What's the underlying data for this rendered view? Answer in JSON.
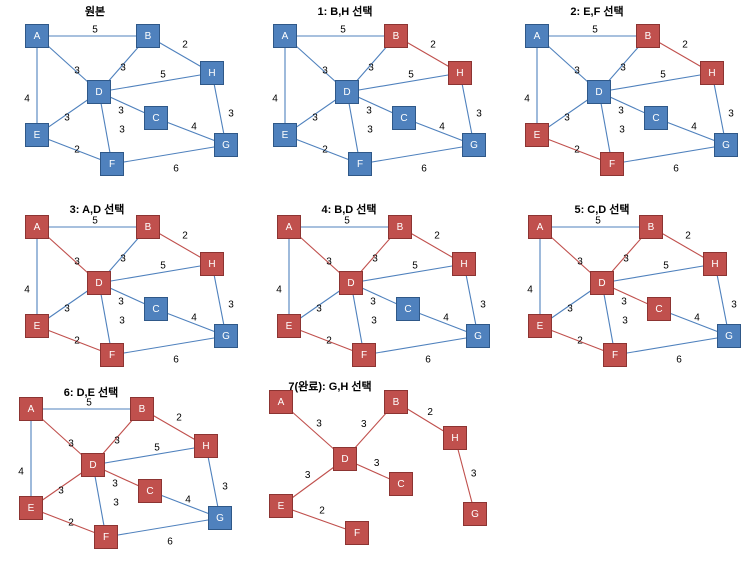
{
  "colors": {
    "blue_fill": "#4F81BD",
    "blue_stroke": "#2F5888",
    "red_fill": "#C0504D",
    "red_stroke": "#8C3432",
    "blue_edge": "#4F81BD",
    "red_edge": "#C0504D",
    "text": "#000000"
  },
  "edges_template": [
    {
      "a": "A",
      "b": "B",
      "w": "5"
    },
    {
      "a": "A",
      "b": "D",
      "w": "3"
    },
    {
      "a": "A",
      "b": "E",
      "w": "4"
    },
    {
      "a": "B",
      "b": "D",
      "w": "3"
    },
    {
      "a": "B",
      "b": "H",
      "w": "2"
    },
    {
      "a": "D",
      "b": "H",
      "w": "5"
    },
    {
      "a": "D",
      "b": "C",
      "w": "3"
    },
    {
      "a": "D",
      "b": "E",
      "w": "3"
    },
    {
      "a": "D",
      "b": "F",
      "w": "3"
    },
    {
      "a": "H",
      "b": "G",
      "w": "3"
    },
    {
      "a": "C",
      "b": "G",
      "w": "4"
    },
    {
      "a": "E",
      "b": "F",
      "w": "2"
    },
    {
      "a": "F",
      "b": "G",
      "w": "6"
    }
  ],
  "panels": [
    {
      "title": "원본",
      "red_nodes": [],
      "red_edges": []
    },
    {
      "title": "1: B,H 선택",
      "red_nodes": [
        "B",
        "H"
      ],
      "red_edges": [
        "B-H"
      ]
    },
    {
      "title": "2: E,F 선택",
      "red_nodes": [
        "B",
        "H",
        "E",
        "F"
      ],
      "red_edges": [
        "B-H",
        "E-F"
      ]
    },
    {
      "title": "3: A,D 선택",
      "red_nodes": [
        "B",
        "H",
        "E",
        "F",
        "A",
        "D"
      ],
      "red_edges": [
        "B-H",
        "E-F",
        "A-D"
      ]
    },
    {
      "title": "4: B,D 선택",
      "red_nodes": [
        "B",
        "H",
        "E",
        "F",
        "A",
        "D"
      ],
      "red_edges": [
        "B-H",
        "E-F",
        "A-D",
        "B-D"
      ]
    },
    {
      "title": "5: C,D 선택",
      "red_nodes": [
        "B",
        "H",
        "E",
        "F",
        "A",
        "D",
        "C"
      ],
      "red_edges": [
        "B-H",
        "E-F",
        "A-D",
        "B-D",
        "D-C"
      ]
    },
    {
      "title": "6: D,E 선택",
      "red_nodes": [
        "B",
        "H",
        "E",
        "F",
        "A",
        "D",
        "C"
      ],
      "red_edges": [
        "B-H",
        "E-F",
        "A-D",
        "B-D",
        "D-C",
        "D-E"
      ]
    },
    {
      "title": "7(완료): G,H 선택",
      "red_nodes": [
        "A",
        "B",
        "C",
        "D",
        "E",
        "F",
        "G",
        "H"
      ],
      "red_edges": [
        "B-H",
        "E-F",
        "A-D",
        "B-D",
        "D-C",
        "D-E",
        "H-G"
      ],
      "final": true
    }
  ]
}
